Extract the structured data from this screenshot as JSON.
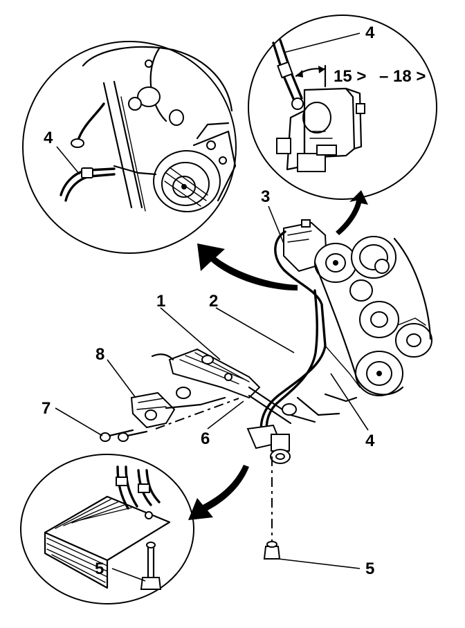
{
  "callouts": {
    "c1": "1",
    "c2": "2",
    "c3": "3",
    "c4_top_left": "4",
    "c4_top_right": "4",
    "c4_bottom": "4",
    "c5_right": "5",
    "c5_left": "5",
    "c6": "6",
    "c7": "7",
    "c8": "8"
  },
  "angle_label": {
    "min": "15 >",
    "dash": "–",
    "max": "18 >"
  },
  "colors": {
    "ink": "#000000",
    "paper": "#ffffff"
  }
}
